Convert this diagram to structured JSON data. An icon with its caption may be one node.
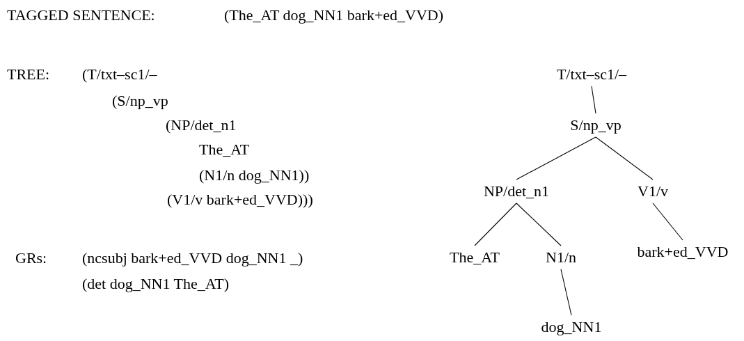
{
  "diagram": {
    "nodes": [
      {
        "text": [
          "T/txt–sc1/–"
        ]
      },
      {
        "text": [
          "S/np_vp"
        ]
      },
      {
        "text": [
          "NP/det_n1"
        ]
      },
      {
        "text": [
          "V1/v"
        ]
      },
      {
        "text": [
          "The_AT"
        ]
      },
      {
        "text": [
          "N1/n"
        ]
      },
      {
        "text": [
          "bark+ed_VVD"
        ]
      },
      {
        "text": [
          "dog_NN1"
        ]
      }
    ],
    "edges": [
      {
        "from": 0,
        "to": 1,
        "arrow": "none"
      },
      {
        "from": 1,
        "to": 2,
        "arrow": "none"
      },
      {
        "from": 1,
        "to": 3,
        "arrow": "none"
      },
      {
        "from": 2,
        "to": 4,
        "arrow": "none"
      },
      {
        "from": 2,
        "to": 5,
        "arrow": "none"
      },
      {
        "from": 3,
        "to": 6,
        "arrow": "none"
      },
      {
        "from": 5,
        "to": 7,
        "arrow": "none"
      }
    ],
    "labels": [
      "TAGGED SENTENCE:",
      "(The_AT dog_NN1 bark+ed_VVD)",
      "TREE:",
      "(T/txt–sc1/–",
      "(S/np_vp",
      "(NP/det_n1",
      "The_AT",
      "(N1/n dog_NN1))",
      "(V1/v bark+ed_VVD)))",
      "GRs:",
      "(ncsubj bark+ed_VVD dog_NN1 _)",
      "(det dog_NN1 The_AT)"
    ]
  }
}
